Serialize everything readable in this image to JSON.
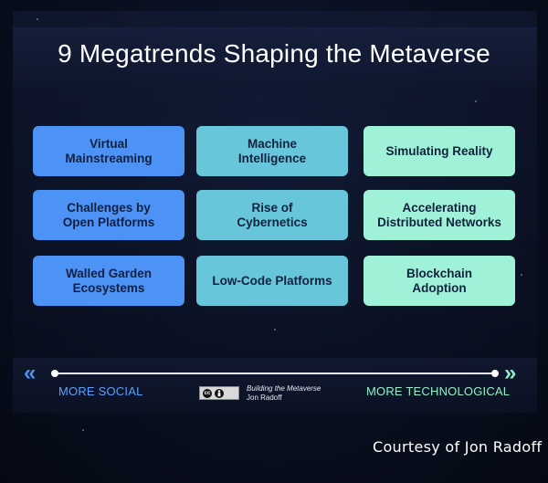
{
  "title": "9 Megatrends Shaping the Metaverse",
  "colors": {
    "column_social": "#4d92f5",
    "column_middle": "#67c6d9",
    "column_technological": "#9ff2d7",
    "axis_left_label": "#5aa0ff",
    "axis_right_label": "#8ff0c8"
  },
  "trends": [
    [
      "Virtual\nMainstreaming",
      "Machine\nIntelligence",
      "Simulating Reality"
    ],
    [
      "Challenges by\nOpen Platforms",
      "Rise of\nCybernetics",
      "Accelerating\nDistributed Networks"
    ],
    [
      "Walled Garden\nEcosystems",
      "Low-Code Platforms",
      "Blockchain\nAdoption"
    ]
  ],
  "axis": {
    "left_label": "MORE SOCIAL",
    "right_label": "MORE TECHNOLOGICAL",
    "left_icon": "double-chevron-left-icon",
    "right_icon": "double-chevron-right-icon"
  },
  "credit": {
    "badge_icons": [
      "creative-commons-icon",
      "attribution-icon"
    ],
    "badge_text": "cc",
    "book": "Building the Metaverse",
    "author": "Jon Radoff"
  },
  "courtesy": "Courtesy of Jon Radoff"
}
